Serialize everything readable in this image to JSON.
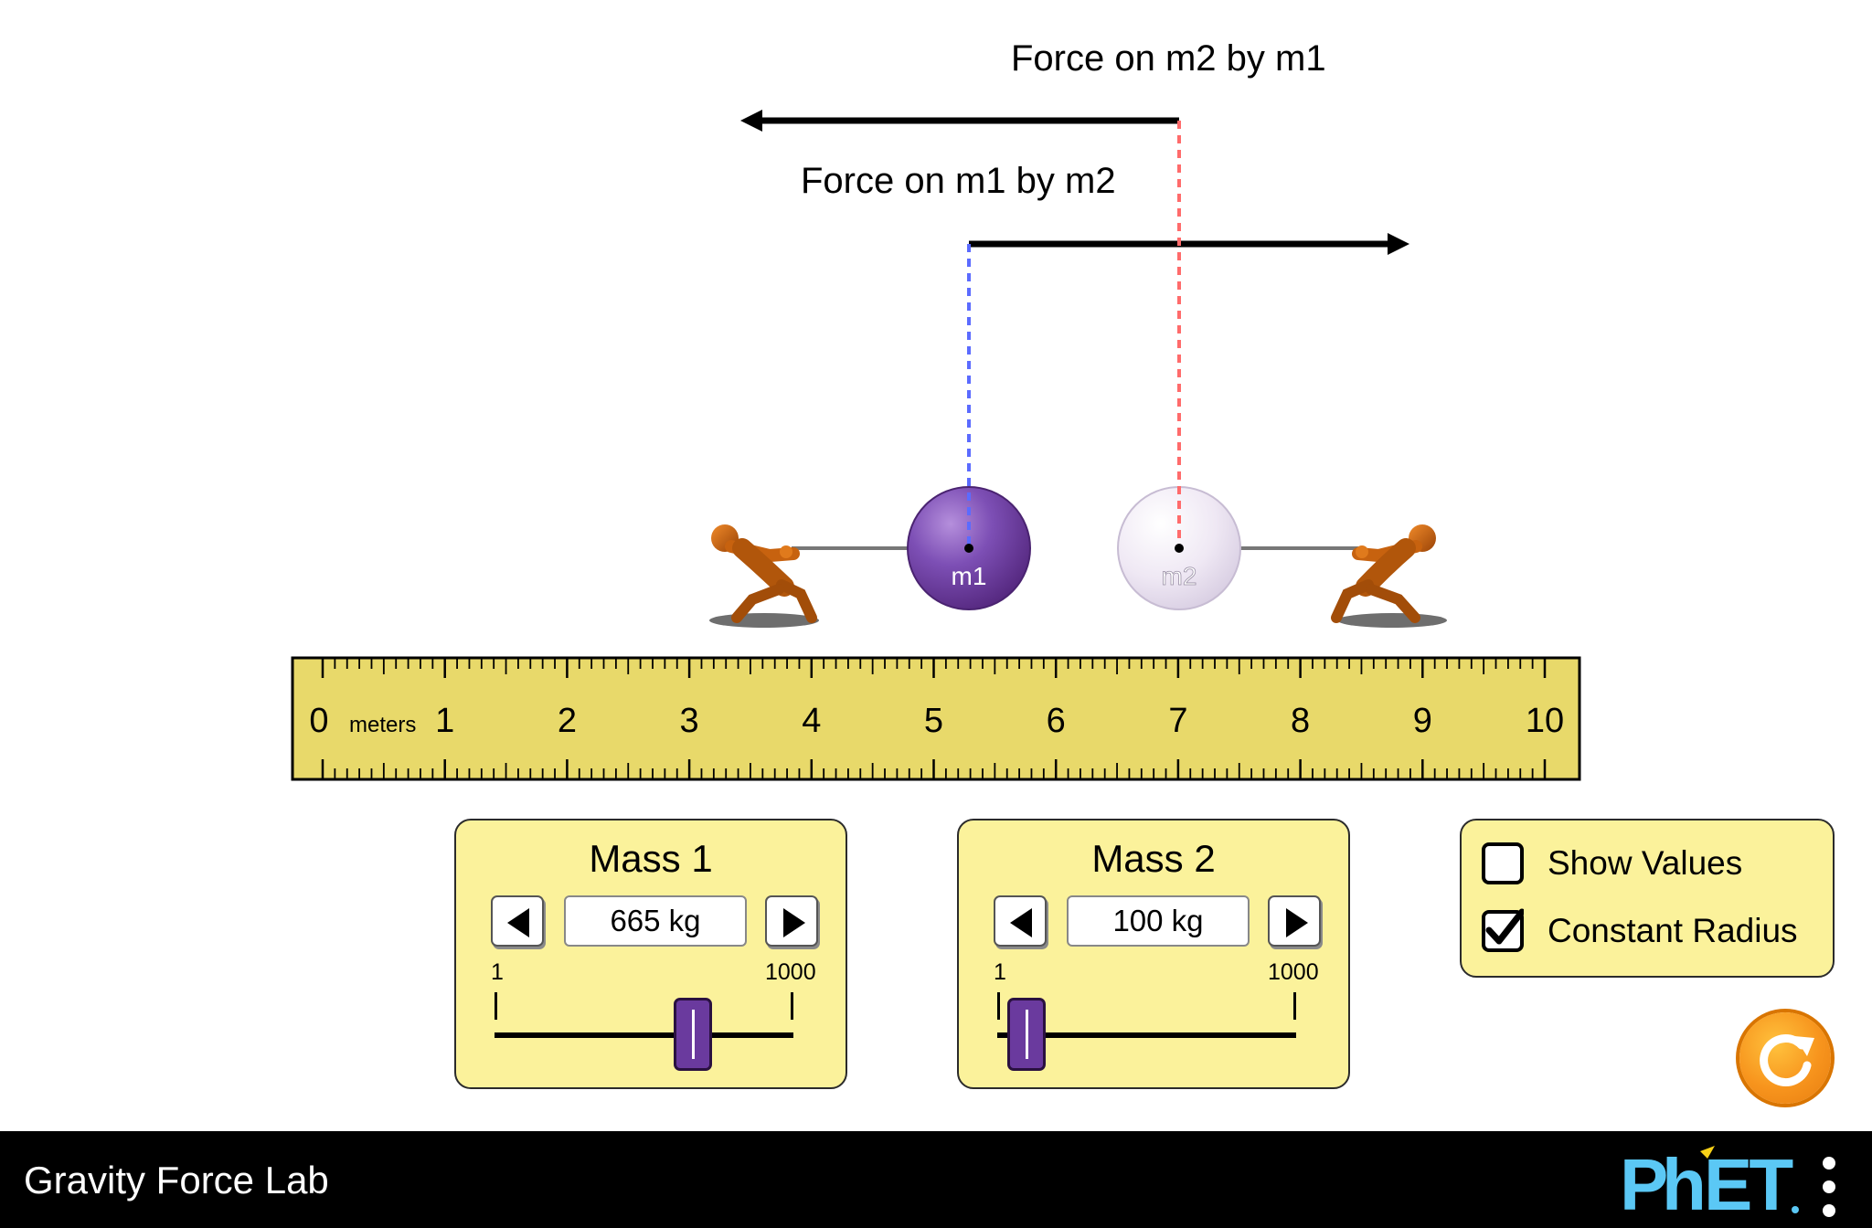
{
  "app": {
    "title": "Gravity Force Lab"
  },
  "forces": {
    "on_m2_by_m1": {
      "label": "Force on m2 by m1",
      "direction": "left"
    },
    "on_m1_by_m2": {
      "label": "Force on m1 by m2",
      "direction": "right"
    }
  },
  "masses": {
    "m1": {
      "label": "m1",
      "position_m": 5.3,
      "color": "#7a4bb0"
    },
    "m2": {
      "label": "m2",
      "position_m": 7.0,
      "color": "#e6e0ee"
    }
  },
  "ruler": {
    "units": "meters",
    "tick_labels": [
      "0",
      "1",
      "2",
      "3",
      "4",
      "5",
      "6",
      "7",
      "8",
      "9",
      "10"
    ],
    "min": 0,
    "max": 10,
    "color": "#e8d96a"
  },
  "mass1_panel": {
    "title": "Mass 1",
    "value": "665 kg",
    "value_kg": 665,
    "range_min_label": "1",
    "range_max_label": "1000",
    "slider_min": 1,
    "slider_max": 1000
  },
  "mass2_panel": {
    "title": "Mass 2",
    "value": "100 kg",
    "value_kg": 100,
    "range_min_label": "1",
    "range_max_label": "1000",
    "slider_min": 1,
    "slider_max": 1000
  },
  "options": {
    "show_values": {
      "label": "Show Values",
      "checked": false
    },
    "constant_radius": {
      "label": "Constant Radius",
      "checked": true
    }
  },
  "icons": {
    "left_arrow": "left-arrow-icon",
    "right_arrow": "right-arrow-icon",
    "reset": "reset-icon",
    "menu": "menu-icon",
    "logo": "phet-logo"
  },
  "colors": {
    "panel": "#fbf29b",
    "accent_purple": "#6a3a9e",
    "reset_orange": "#f7941d",
    "m1_line": "#5b6bff",
    "m2_line": "#ff6b6b",
    "phet_blue": "#5bc8f5",
    "phet_yellow": "#f7d117"
  }
}
